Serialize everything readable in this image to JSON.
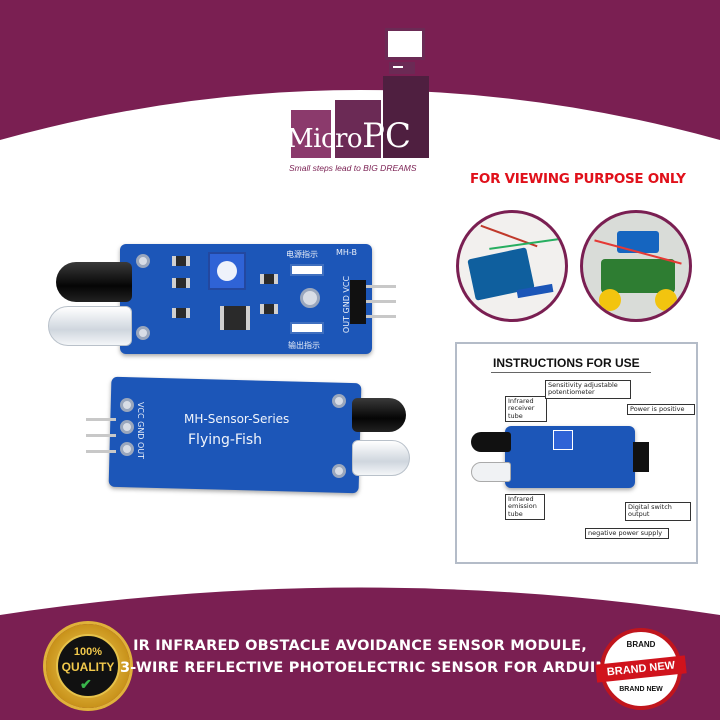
{
  "brand": {
    "name_part1": "Micro",
    "name_part2": "PC",
    "tagline": "Small steps lead to BIG DREAMS"
  },
  "notice": "FOR VIEWING PURPOSE ONLY",
  "product_title": {
    "line1": "IR INFRARED OBSTACLE AVOIDANCE SENSOR MODULE,",
    "line2": "3-WIRE REFLECTIVE PHOTOELECTRIC SENSOR FOR ARDUINO"
  },
  "board_front": {
    "label_top": "MH-B",
    "pins": "OUT GND VCC",
    "power_indicator": "电源指示",
    "output_indicator": "输出指示"
  },
  "board_back": {
    "series": "MH-Sensor-Series",
    "name": "Flying-Fish",
    "pins": "VCC GND OUT"
  },
  "instructions": {
    "title": "INSTRUCTIONS FOR USE",
    "callouts": {
      "receiver": "Infrared receiver tube",
      "potentiometer": "Sensitivity adjustable potentiometer",
      "power": "Power is positive",
      "emission": "Infrared emission tube",
      "digital": "Digital switch output",
      "negative": "negative power supply"
    }
  },
  "quality_badge": {
    "percent": "100%",
    "word": "QUALITY"
  },
  "brand_new_badge": {
    "top": "BRAND",
    "middle": "BRAND NEW",
    "bottom": "BRAND NEW"
  },
  "colors": {
    "maroon": "#7a1f52",
    "board_blue": "#1c56b8",
    "notice_red": "#e0101a",
    "gold": "#d4a017"
  }
}
